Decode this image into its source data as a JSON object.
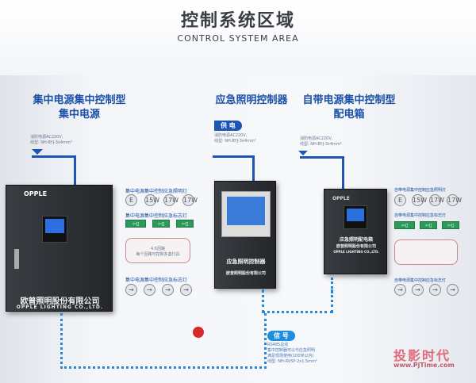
{
  "header": {
    "title_cn": "控制系统区域",
    "title_en": "CONTROL SYSTEM AREA"
  },
  "left": {
    "title1": "集中电源集中控制型",
    "title2": "集中电源",
    "supply1": "消防电源AC220V,",
    "supply2": "线型: NH-BYJ-3x4mm²",
    "brand": "OPPLE",
    "company_cn": "欧普照明股份有限公司",
    "company_en": "OPPLE LIGHTING CO.,LTD.",
    "row1": "集中电源集中控制应急照明灯",
    "row2": "集中电源集中控制应急标志灯",
    "row3": "集中电源集中控制应急标志灯",
    "lamps": [
      "E",
      "15W",
      "17W",
      "17W"
    ],
    "box_text1": "4.5回路",
    "box_text2": "每个回路可控制多盏灯具"
  },
  "middle": {
    "title": "应急照明控制器",
    "supply_badge": "供 电",
    "supply1": "消防电源AC220V,",
    "supply2": "线型: NH-BYJ-3x4mm²",
    "device_label": "应急照明控制器",
    "company_cn": "欧普照明股份有限公司",
    "signal_badge": "信 号",
    "signal1": "RS485总线",
    "signal2": "集中控制器可以与应急照明",
    "signal3": "满足现场使用(100米以内)",
    "signal4": "线型: NH-RVSP-2x1.5mm²"
  },
  "right": {
    "title1": "自带电源集中控制型",
    "title2": "配电箱",
    "supply1": "消防电源AC220V,",
    "supply2": "线型: NH-BYJ-3x4mm²",
    "brand": "OPPLE",
    "device_cn": "应急照明配电箱",
    "company_cn": "欧普照明股份有限公司",
    "company_en": "OPPLE LIGHTING CO.,LTD.",
    "row1": "自带电源集中控制应急照明灯",
    "row2": "自带电源集中控制应急标志灯",
    "row3": "自带电源集中控制应急标志灯",
    "lamps": [
      "E",
      "15W",
      "17W",
      "17W"
    ]
  },
  "watermark": {
    "cn": "投影时代",
    "url": "www.PjTime.com"
  }
}
